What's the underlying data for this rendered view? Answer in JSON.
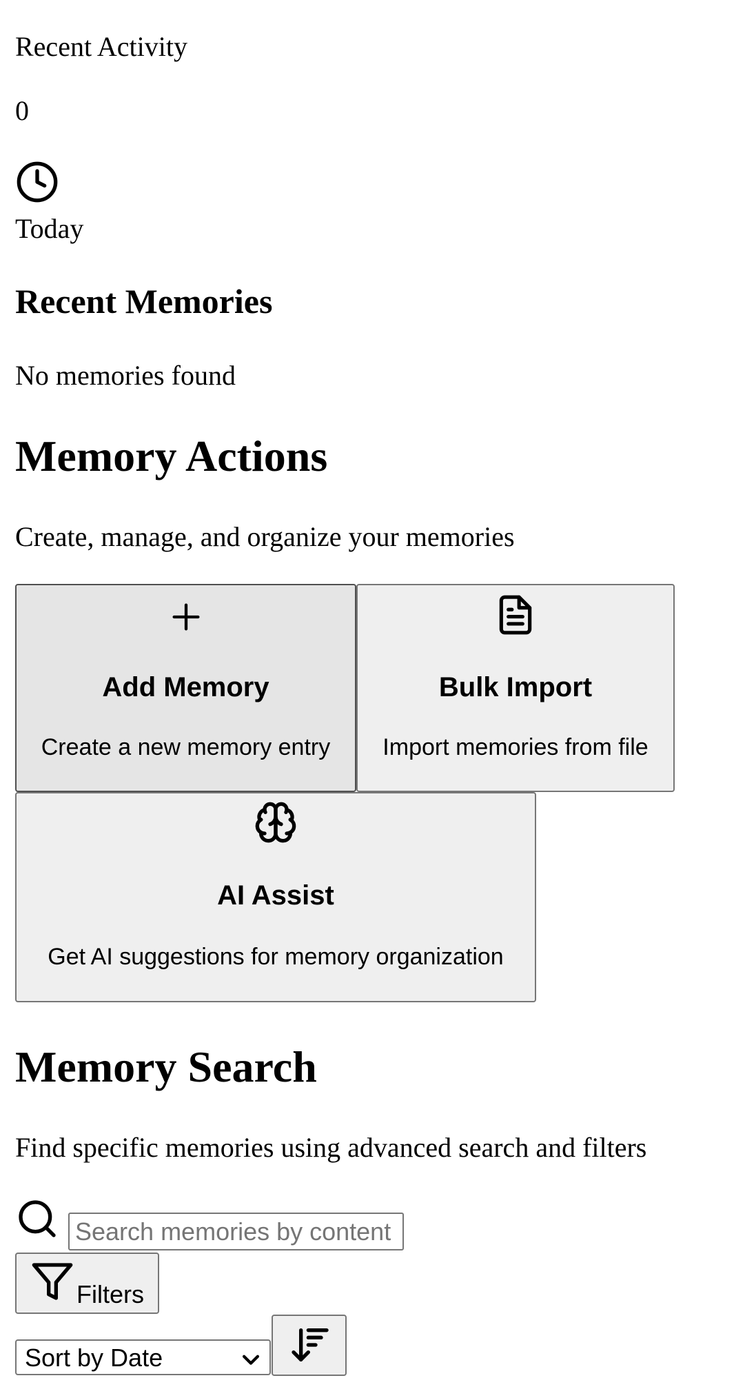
{
  "activity": {
    "title": "Recent Activity",
    "count": "0",
    "clock_icon": "clock-icon",
    "period": "Today"
  },
  "recent_memories": {
    "heading": "Recent Memories",
    "empty_text": "No memories found"
  },
  "actions": {
    "heading": "Memory Actions",
    "subtitle": "Create, manage, and organize your memories",
    "cards": [
      {
        "icon": "plus-icon",
        "title": "Add Memory",
        "description": "Create a new memory entry"
      },
      {
        "icon": "file-text-icon",
        "title": "Bulk Import",
        "description": "Import memories from file"
      },
      {
        "icon": "brain-icon",
        "title": "AI Assist",
        "description": "Get AI suggestions for memory organization"
      }
    ]
  },
  "search": {
    "heading": "Memory Search",
    "subtitle": "Find specific memories using advanced search and filters",
    "search_icon": "search-icon",
    "placeholder": "Search memories by content",
    "value": "",
    "filters_label": "Filters",
    "filter_icon": "filter-icon",
    "sort_selected": "Sort by Date",
    "sort_direction_icon": "sort-descending-icon"
  }
}
